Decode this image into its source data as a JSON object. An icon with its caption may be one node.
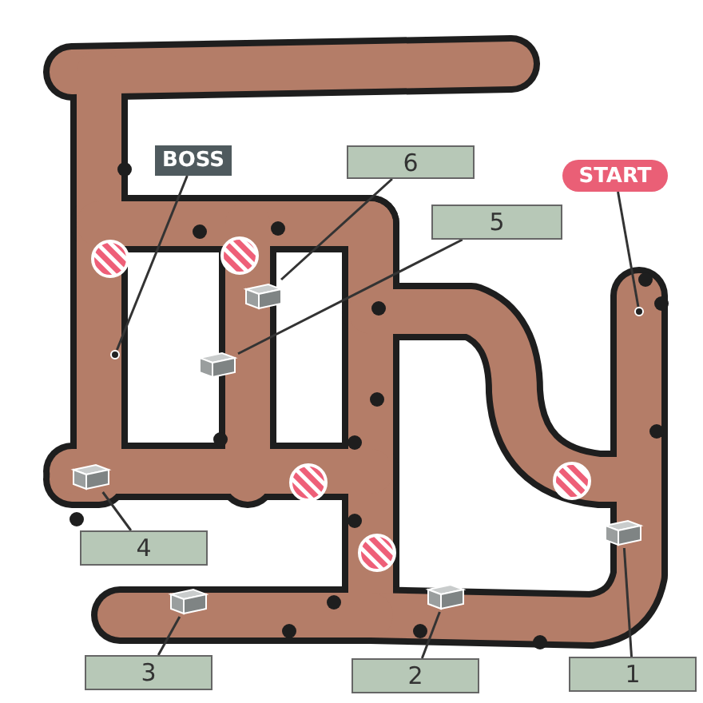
{
  "diagram": {
    "nodes": [
      {
        "text": [
          "BOSS"
        ]
      },
      {
        "text": [
          "6"
        ]
      },
      {
        "text": [
          "START"
        ]
      },
      {
        "text": [
          "5"
        ]
      },
      {
        "text": [
          "4"
        ]
      },
      {
        "text": [
          "3"
        ]
      },
      {
        "text": [
          "2"
        ]
      },
      {
        "text": [
          "1"
        ]
      },
      {
        "text": [],
        "shape": "circle"
      },
      {
        "text": [],
        "shape": "circle"
      },
      {
        "text": [],
        "shape": "chest"
      },
      {
        "text": [],
        "shape": "chest"
      },
      {
        "text": [],
        "shape": "chest"
      },
      {
        "text": [],
        "shape": "chest"
      },
      {
        "text": [],
        "shape": "chest"
      },
      {
        "text": [],
        "shape": "chest"
      }
    ],
    "edges": [
      {
        "from": 0,
        "to": 8,
        "arrow": "none"
      },
      {
        "from": 1,
        "to": 10,
        "arrow": "none"
      },
      {
        "from": 2,
        "to": 9,
        "arrow": "none"
      },
      {
        "from": 3,
        "to": 11,
        "arrow": "none"
      },
      {
        "from": 4,
        "to": 12,
        "arrow": "none"
      },
      {
        "from": 5,
        "to": 13,
        "arrow": "none"
      },
      {
        "from": 6,
        "to": 14,
        "arrow": "none"
      },
      {
        "from": 7,
        "to": 15,
        "arrow": "none"
      }
    ]
  }
}
